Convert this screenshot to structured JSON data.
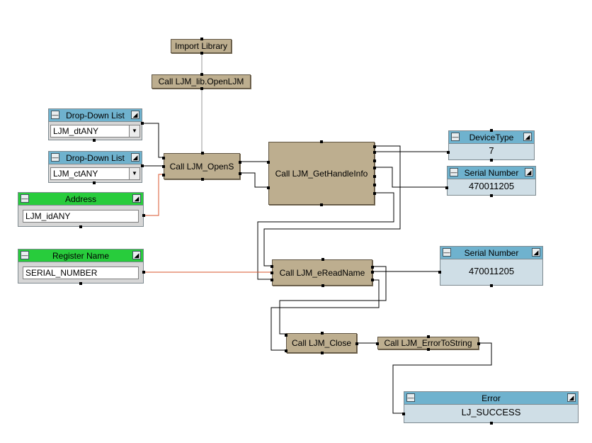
{
  "nodes": {
    "import_library": "Import Library",
    "open_ljm": "Call LJM_lib.OpenLJM",
    "opens": "Call LJM_OpenS",
    "get_handle_info": "Call LJM_GetHandleInfo",
    "eread_name": "Call LJM_eReadName",
    "close": "Call LJM_Close",
    "error_to_string": "Call LJM_ErrorToString"
  },
  "inputs": {
    "dropdown_device_type": {
      "title": "Drop-Down List",
      "value": "LJM_dtANY"
    },
    "dropdown_connection_type": {
      "title": "Drop-Down List",
      "value": "LJM_ctANY"
    },
    "address": {
      "title": "Address",
      "value": "LJM_idANY"
    },
    "register_name": {
      "title": "Register Name",
      "value": "SERIAL_NUMBER"
    }
  },
  "outputs": {
    "device_type": {
      "title": "DeviceType",
      "value": "7"
    },
    "serial_number_1": {
      "title": "Serial Number",
      "value": "470011205"
    },
    "serial_number_2": {
      "title": "Serial Number",
      "value": "470011205"
    },
    "error": {
      "title": "Error",
      "value": "LJ_SUCCESS"
    }
  },
  "icons": {
    "minimize": "minimize-icon",
    "maximize": "maximize-icon",
    "dropdown": "chevron-down-icon"
  },
  "colors": {
    "node": "#bdae8f",
    "input_title": "#6fb2ce",
    "const_title": "#28cc3c",
    "output_bg": "#cfdee6",
    "data_wire": "#000000",
    "control_wire": "#9a9a9a",
    "const_wire": "#d8562e"
  }
}
